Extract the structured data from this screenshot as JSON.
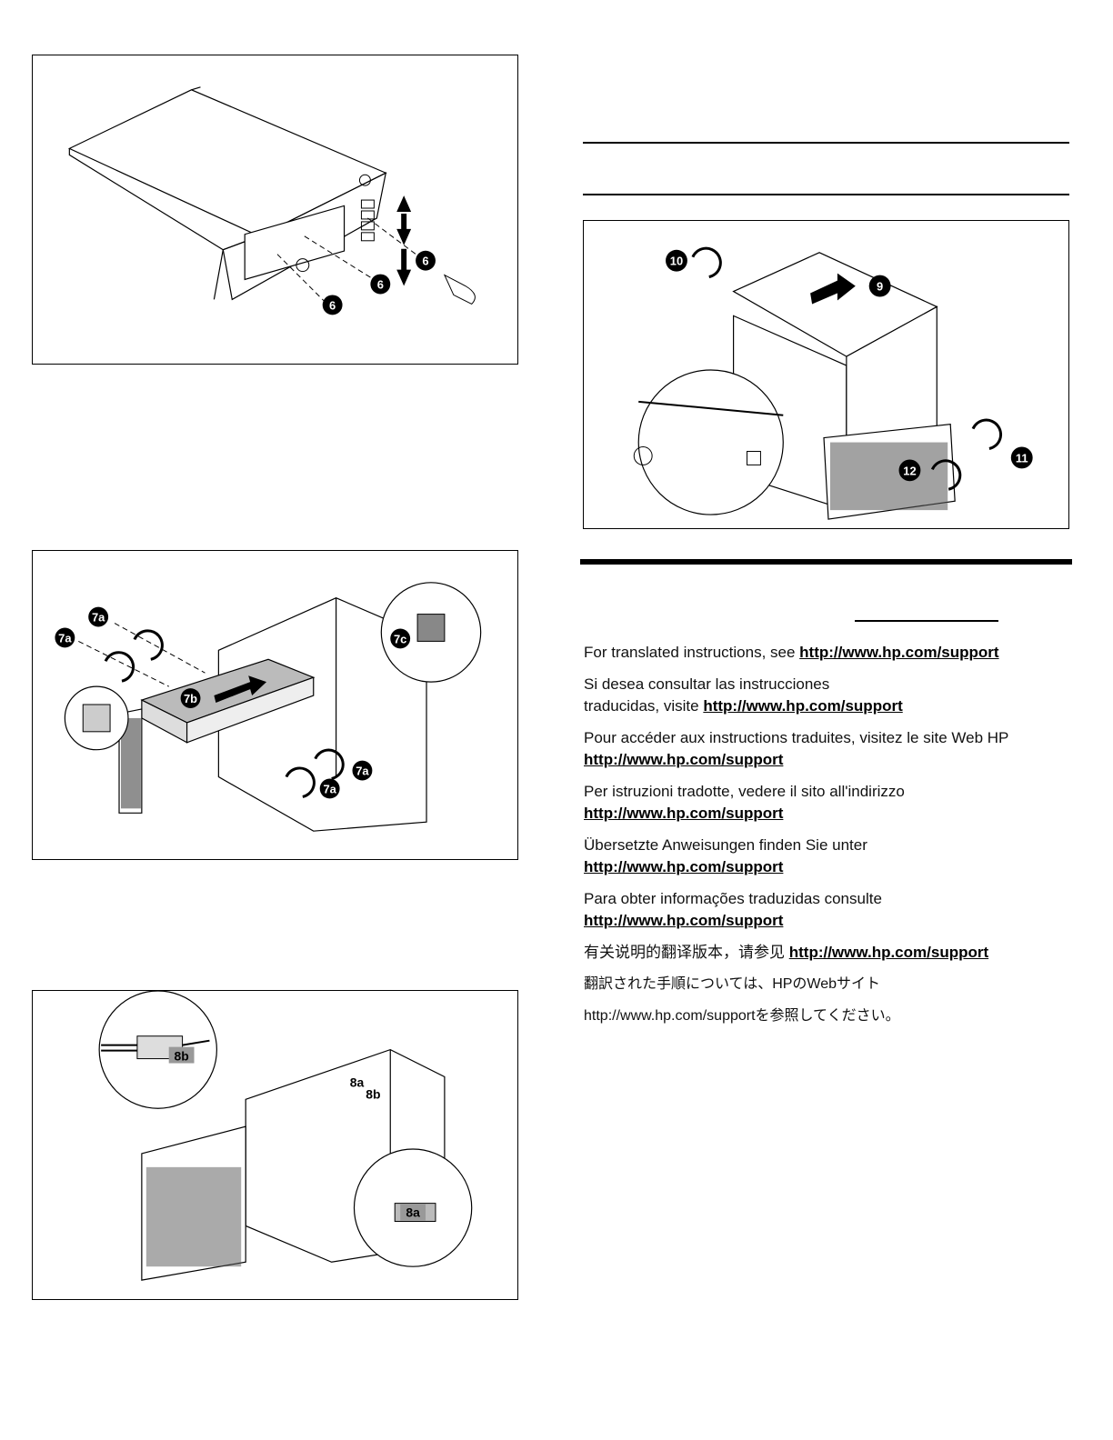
{
  "figures": {
    "fig1": {
      "callouts": [
        "6",
        "6",
        "6"
      ]
    },
    "fig2": {
      "callouts": [
        "7a",
        "7a",
        "7a",
        "7a",
        "7b",
        "7c"
      ]
    },
    "fig3": {
      "callouts": [
        "8b",
        "8a",
        "8b",
        "8a"
      ]
    },
    "fig4": {
      "callouts": [
        "10",
        "9",
        "11",
        "12"
      ]
    }
  },
  "translations": [
    {
      "text": "For translated instructions, see ",
      "url": "http://www.hp.com/support"
    },
    {
      "text": "Si desea consultar las instrucciones",
      "text2": "traducidas, visite ",
      "url": "http://www.hp.com/support"
    },
    {
      "text": "Pour accéder aux instructions traduites, visitez le site Web HP",
      "url": "http://www.hp.com/support"
    },
    {
      "text": "Per istruzioni tradotte, vedere il sito all'indirizzo",
      "url": "http://www.hp.com/support"
    },
    {
      "text": "Übersetzte Anweisungen finden Sie unter",
      "url": "http://www.hp.com/support"
    },
    {
      "text": "Para obter informações traduzidas consulte",
      "url": "http://www.hp.com/support"
    },
    {
      "text": "有关说明的翻译版本，请参见 ",
      "url": "http://www.hp.com/support"
    },
    {
      "text": "翻訳された手順については、HPのWebサイト"
    },
    {
      "text": "http://www.hp.com/supportを参照してください。"
    }
  ]
}
